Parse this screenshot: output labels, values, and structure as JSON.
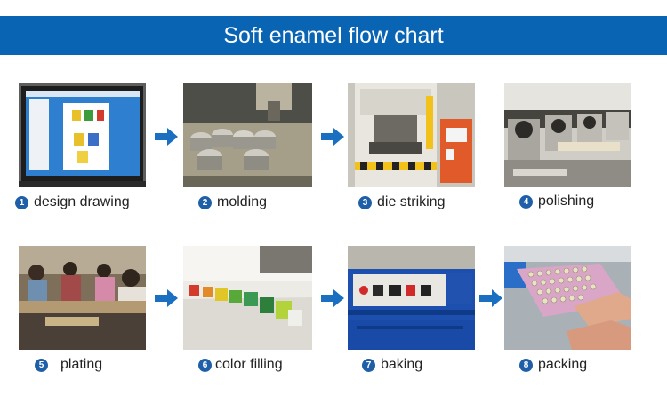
{
  "header": {
    "title": "Soft enamel flow chart"
  },
  "colors": {
    "banner": "#0a64b4",
    "arrow": "#1a6fc0",
    "badge": "#1e5fa8"
  },
  "steps": [
    {
      "number": "1",
      "label": "design drawing",
      "photo": "computer monitor showing badge designs"
    },
    {
      "number": "2",
      "label": "molding",
      "photo": "steel molds on machine bed"
    },
    {
      "number": "3",
      "label": "die striking",
      "photo": "hydraulic striking press"
    },
    {
      "number": "4",
      "label": "polishing",
      "photo": "polishing machines"
    },
    {
      "number": "5",
      "label": "plating",
      "photo": "workers in plating room"
    },
    {
      "number": "6",
      "label": "color filling",
      "photo": "enamel paint cups on table"
    },
    {
      "number": "7",
      "label": "baking",
      "photo": "baking oven control panel"
    },
    {
      "number": "8",
      "label": "packing",
      "photo": "badges on pink tray being packed"
    }
  ]
}
